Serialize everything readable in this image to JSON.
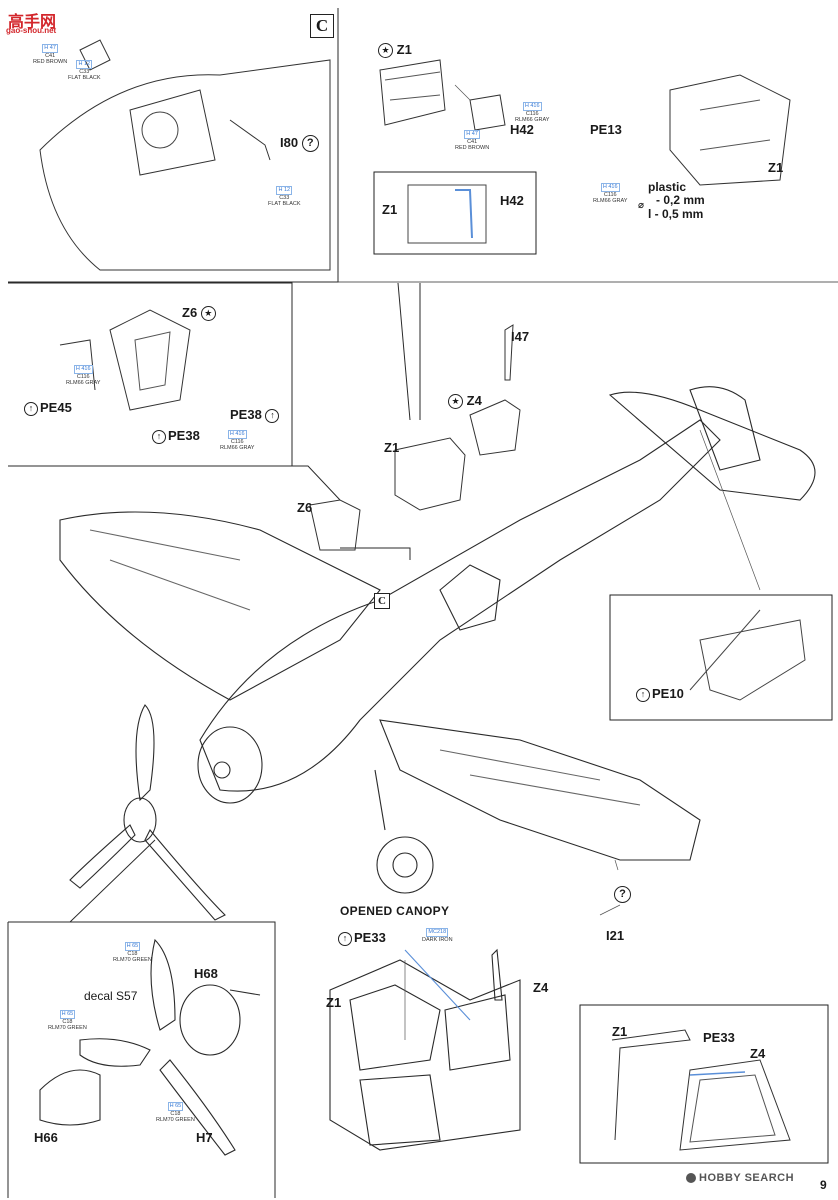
{
  "watermark": {
    "chars": "高手网",
    "url": "gao-shou.net"
  },
  "section_tag": "C",
  "fuselage_tag": "C",
  "labels": {
    "i80": "I80",
    "z1_top": "Z1",
    "h42_top": "H42",
    "z1_inset": "Z1",
    "h42_inset": "H42",
    "pe13": "PE13",
    "z1_right": "Z1",
    "plastic": "plastic",
    "plastic_spec": "- 0,2 mm",
    "diameter": "⌀",
    "length_spec": "l - 0,5 mm",
    "z6_top": "Z6",
    "pe45": "PE45",
    "pe38_right": "PE38",
    "pe38_left": "PE38",
    "i47": "I47",
    "z4_main": "Z4",
    "z1_main": "Z1",
    "z6_main": "Z6",
    "pe10": "PE10",
    "i21": "I21",
    "opened_canopy": "OPENED CANOPY",
    "pe33": "PE33",
    "z1_canopy": "Z1",
    "z4_canopy": "Z4",
    "z1_small": "Z1",
    "pe33_small": "PE33",
    "z4_small": "Z4",
    "h68": "H68",
    "decal": "decal S57",
    "h66": "H66",
    "h7": "H7"
  },
  "paint_callouts": [
    {
      "id": "p1",
      "code": "H 47",
      "ccode": "C41",
      "name": "RED BROWN"
    },
    {
      "id": "p2",
      "code": "H 12",
      "ccode": "C33",
      "name": "FLAT BLACK"
    },
    {
      "id": "p3",
      "code": "H 12",
      "ccode": "C33",
      "name": "FLAT BLACK"
    },
    {
      "id": "p4",
      "code": "H 416",
      "ccode": "C116",
      "name": "RLM66 GRAY"
    },
    {
      "id": "p5",
      "code": "H 47",
      "ccode": "C41",
      "name": "RED BROWN"
    },
    {
      "id": "p6",
      "code": "H 416",
      "ccode": "C116",
      "name": "RLM66 GRAY"
    },
    {
      "id": "p7",
      "code": "H 416",
      "ccode": "C116",
      "name": "RLM66 GRAY"
    },
    {
      "id": "p8",
      "code": "H 416",
      "ccode": "C116",
      "name": "RLM66 GRAY"
    },
    {
      "id": "p9",
      "code": "MC218",
      "ccode": "",
      "name": "DARK IRON"
    },
    {
      "id": "p10",
      "code": "H 65",
      "ccode": "C18",
      "name": "RLM70 GREEN"
    },
    {
      "id": "p11",
      "code": "H 65",
      "ccode": "C18",
      "name": "RLM70 GREEN"
    },
    {
      "id": "p12",
      "code": "H 65",
      "ccode": "C18",
      "name": "RLM70 GREEN"
    }
  ],
  "symbols": {
    "pe_icon": "↑",
    "star_icon": "★",
    "question_icon": "?"
  },
  "footer": {
    "brand": "HOBBY SEARCH",
    "page_number": "9"
  }
}
